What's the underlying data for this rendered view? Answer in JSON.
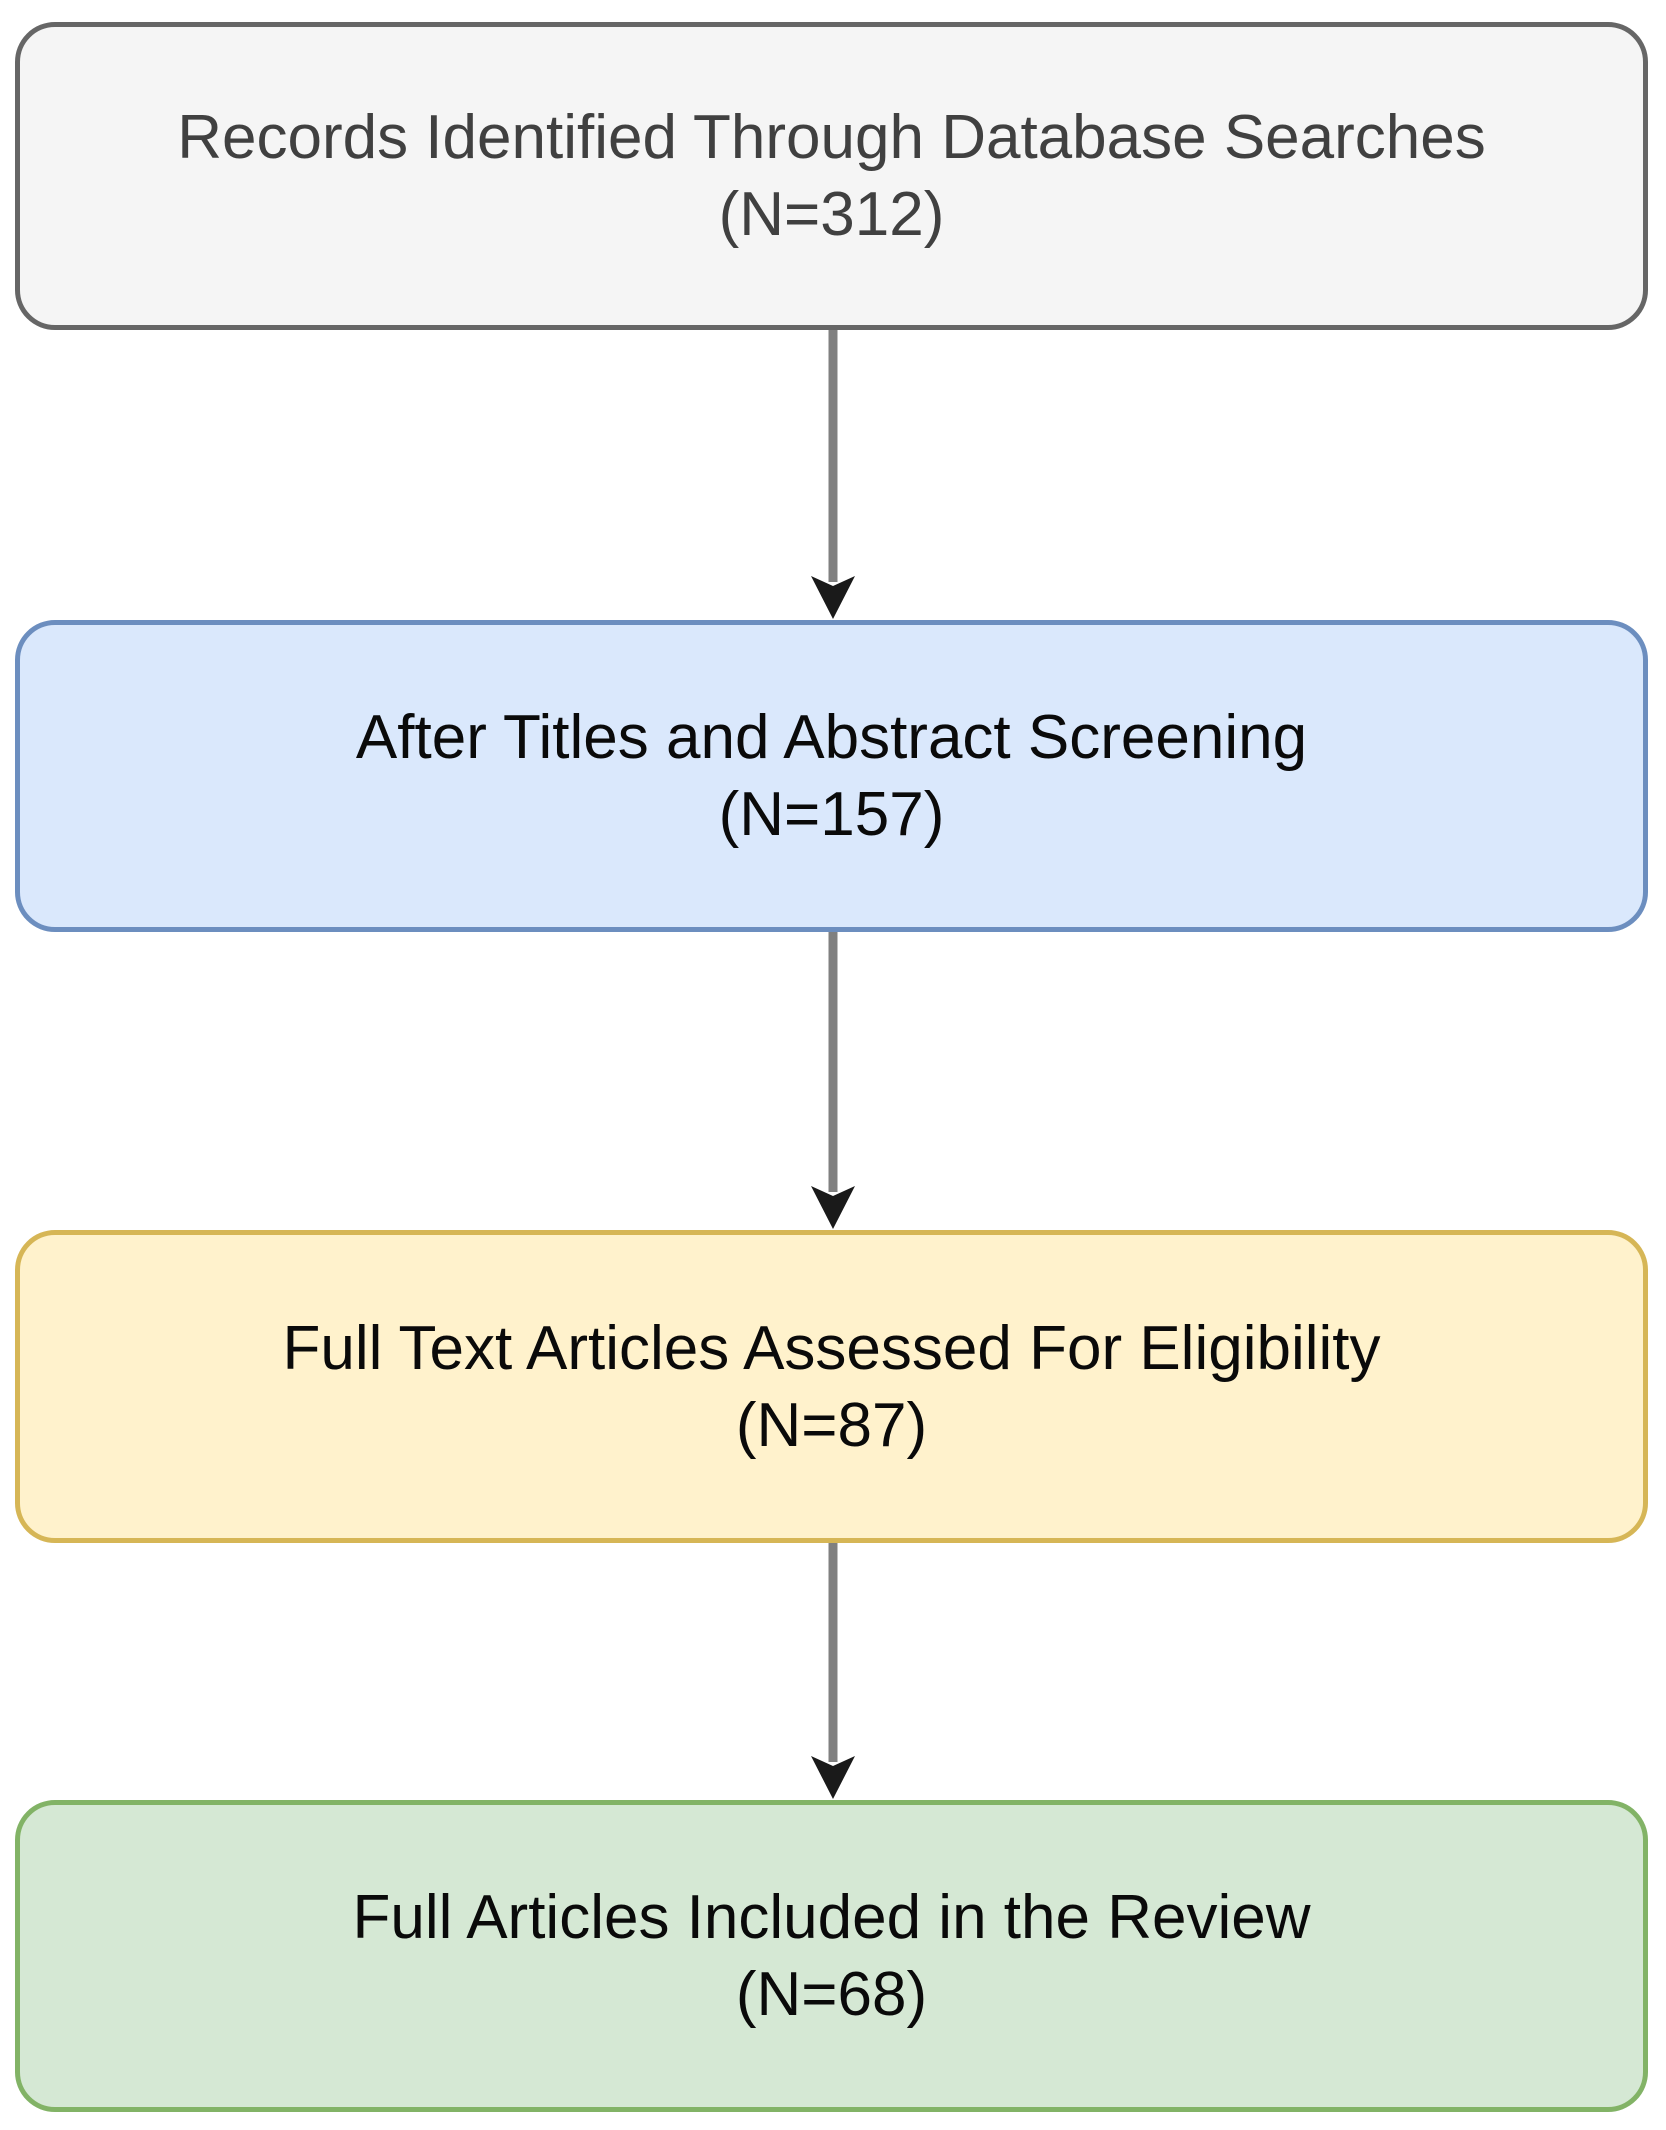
{
  "diagram": {
    "type": "flowchart",
    "direction": "top-down",
    "boxes": [
      {
        "id": "records-identified",
        "label": "Records Identified Through Database Searches",
        "count_label": "(N=312)",
        "n": 312,
        "fill": "#F5F5F5",
        "stroke": "#666666",
        "text_color": "#404040"
      },
      {
        "id": "after-title-abstract-screening",
        "label": "After Titles and Abstract Screening",
        "count_label": "(N=157)",
        "n": 157,
        "fill": "#DAE8FC",
        "stroke": "#6C8EBF",
        "text_color": "#0A0A0A"
      },
      {
        "id": "full-text-assessed",
        "label": "Full Text Articles Assessed For Eligibility",
        "count_label": "(N=87)",
        "n": 87,
        "fill": "#FFF2CC",
        "stroke": "#D6B656",
        "text_color": "#0A0A0A"
      },
      {
        "id": "included-in-review",
        "label": "Full Articles Included in the Review",
        "count_label": "(N=68)",
        "n": 68,
        "fill": "#D5E8D4",
        "stroke": "#82B366",
        "text_color": "#0A0A0A"
      }
    ],
    "connectors": {
      "line_color": "#808080",
      "head_color": "#1A1A1A"
    }
  }
}
